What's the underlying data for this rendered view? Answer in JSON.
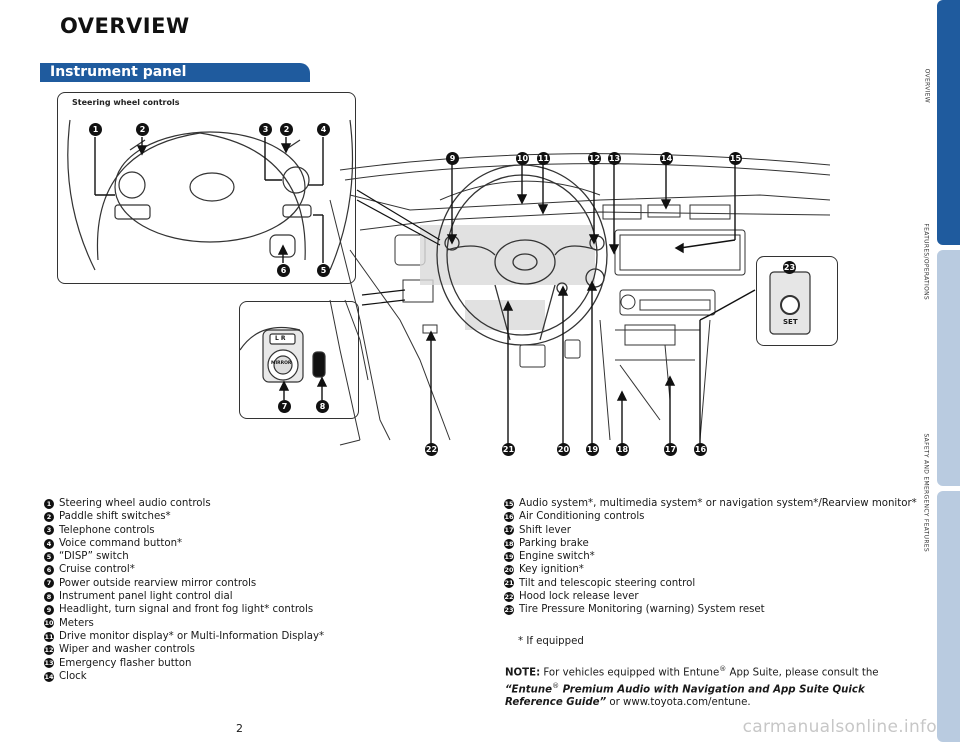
{
  "page": {
    "title": "OVERVIEW",
    "section": "Instrument panel",
    "steering_box_label": "Steering wheel controls",
    "page_number": "2",
    "watermark": "carmanualsonline.info"
  },
  "side_tabs": [
    "OVERVIEW",
    "FEATURES/OPERATIONS",
    "SAFETY AND EMERGENCY FEATURES"
  ],
  "callouts": [
    "1",
    "2",
    "3",
    "2",
    "4",
    "5",
    "6",
    "7",
    "8",
    "9",
    "10",
    "11",
    "12",
    "13",
    "14",
    "15",
    "16",
    "17",
    "18",
    "19",
    "20",
    "21",
    "22",
    "23"
  ],
  "legend_left": [
    {
      "n": "1",
      "text": "Steering wheel audio controls"
    },
    {
      "n": "2",
      "text": "Paddle shift switches*"
    },
    {
      "n": "3",
      "text": "Telephone controls"
    },
    {
      "n": "4",
      "text": "Voice command button*"
    },
    {
      "n": "5",
      "text": "“DISP” switch"
    },
    {
      "n": "6",
      "text": "Cruise control*"
    },
    {
      "n": "7",
      "text": "Power outside rearview mirror controls"
    },
    {
      "n": "8",
      "text": "Instrument panel light control dial"
    },
    {
      "n": "9",
      "text": "Headlight, turn signal and front fog light* controls"
    },
    {
      "n": "10",
      "text": "Meters"
    },
    {
      "n": "11",
      "text": "Drive monitor display* or Multi-Information Display*"
    },
    {
      "n": "12",
      "text": "Wiper and washer controls"
    },
    {
      "n": "13",
      "text": "Emergency flasher button"
    },
    {
      "n": "14",
      "text": "Clock"
    }
  ],
  "legend_right": [
    {
      "n": "15",
      "text": "Audio system*, multimedia system* or navigation system*/Rearview monitor*"
    },
    {
      "n": "16",
      "text": "Air Conditioning controls"
    },
    {
      "n": "17",
      "text": "Shift lever"
    },
    {
      "n": "18",
      "text": "Parking brake"
    },
    {
      "n": "19",
      "text": "Engine switch*"
    },
    {
      "n": "20",
      "text": "Key ignition*"
    },
    {
      "n": "21",
      "text": "Tilt and telescopic steering control"
    },
    {
      "n": "22",
      "text": "Hood lock release lever"
    },
    {
      "n": "23",
      "text": "Tire Pressure Monitoring (warning) System reset"
    }
  ],
  "footnote": "* If equipped",
  "note": {
    "label": "NOTE:",
    "text1": " For vehicles equipped with Entune",
    "sup1": "®",
    "text2": " App Suite, please consult the ",
    "italic1": "“Entune",
    "sup2": "®",
    "italic2": " Premium Audio with Navigation and App Suite Quick Reference Guide”",
    "text3": " or www.toyota.com/entune."
  },
  "diagram_text": {
    "mirror_lr": "L  R",
    "mirror": "MIRROR",
    "set": "SET"
  },
  "colors": {
    "brand_blue": "#1f5b9e",
    "tab_light": "#b9cbe0"
  }
}
